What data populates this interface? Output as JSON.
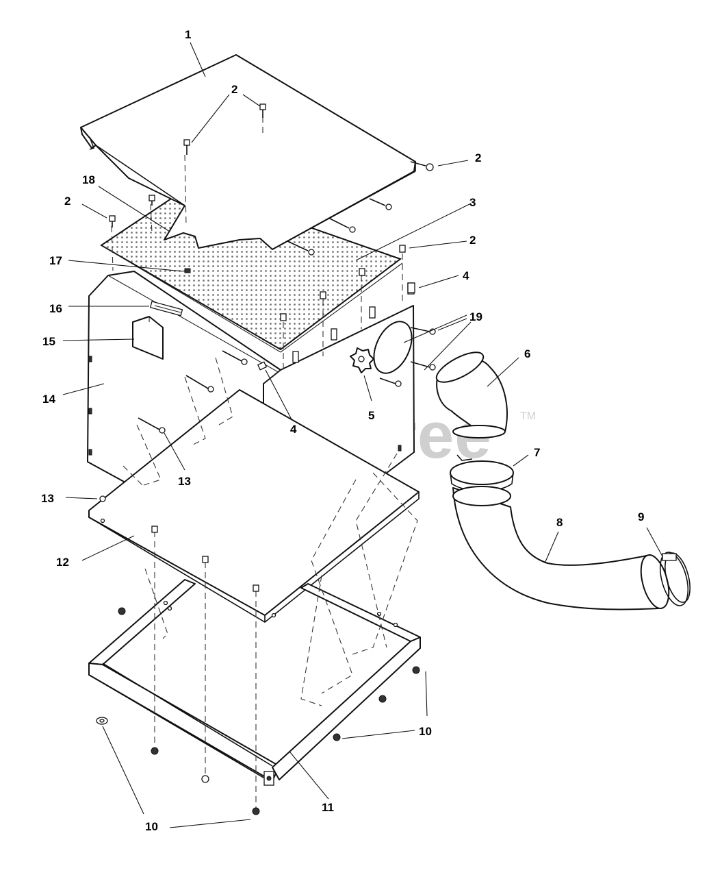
{
  "watermark": {
    "text": "PartsTree",
    "tm": "TM"
  },
  "callouts": [
    "1",
    "2",
    "2",
    "2",
    "2",
    "3",
    "4",
    "4",
    "5",
    "6",
    "7",
    "8",
    "9",
    "10",
    "10",
    "11",
    "12",
    "13",
    "13",
    "14",
    "15",
    "16",
    "17",
    "18",
    "19"
  ]
}
